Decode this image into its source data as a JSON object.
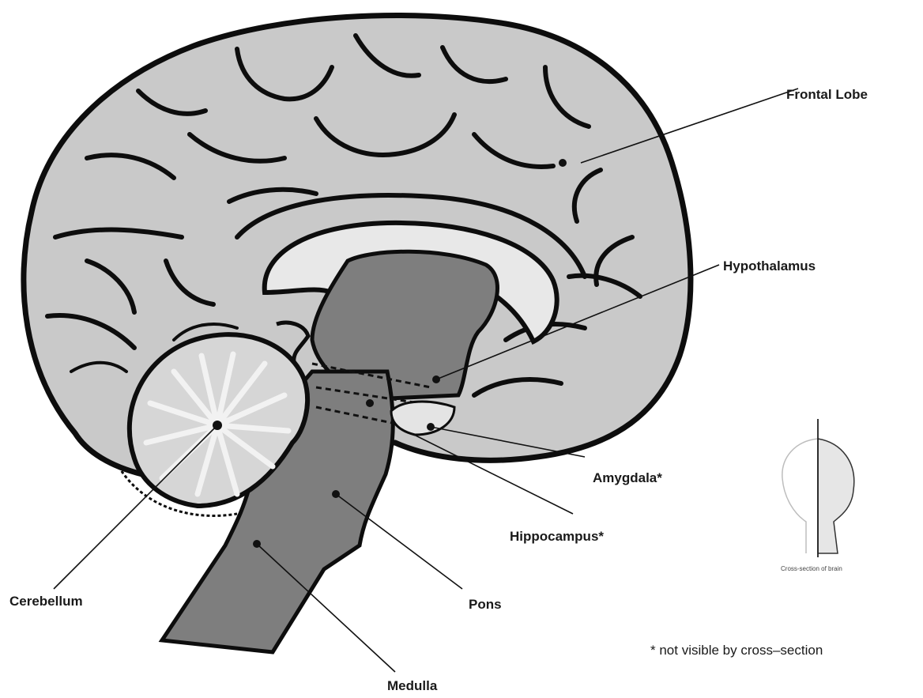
{
  "labels": {
    "frontal_lobe": "Frontal Lobe",
    "hypothalamus": "Hypothalamus",
    "amygdala": "Amygdala*",
    "hippocampus": "Hippocampus*",
    "cerebellum": "Cerebellum",
    "pons": "Pons",
    "medulla": "Medulla"
  },
  "footnote": "* not visible by cross–section",
  "inset_caption": "Cross-section of brain",
  "colors": {
    "cortex": "#c9c9c9",
    "corpus_callosum": "#e8e8e8",
    "brainstem": "#7e7e7e",
    "outline": "#0d0d0d",
    "cerebellum_white": "#f2f2f2"
  }
}
